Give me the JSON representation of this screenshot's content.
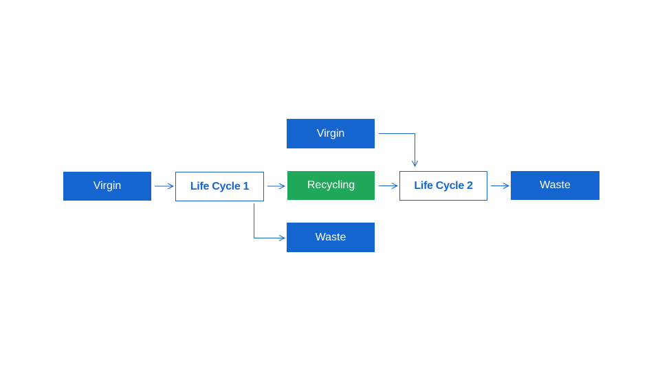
{
  "colors": {
    "primary_blue": "#1565d0",
    "recycling_green": "#22a85a",
    "text_white": "#ffffff"
  },
  "nodes": {
    "virgin_start": "Virgin",
    "life_cycle_1": "Life Cycle 1",
    "recycling": "Recycling",
    "virgin_top": "Virgin",
    "waste_bottom": "Waste",
    "life_cycle_2": "Life Cycle 2",
    "waste_end": "Waste"
  }
}
